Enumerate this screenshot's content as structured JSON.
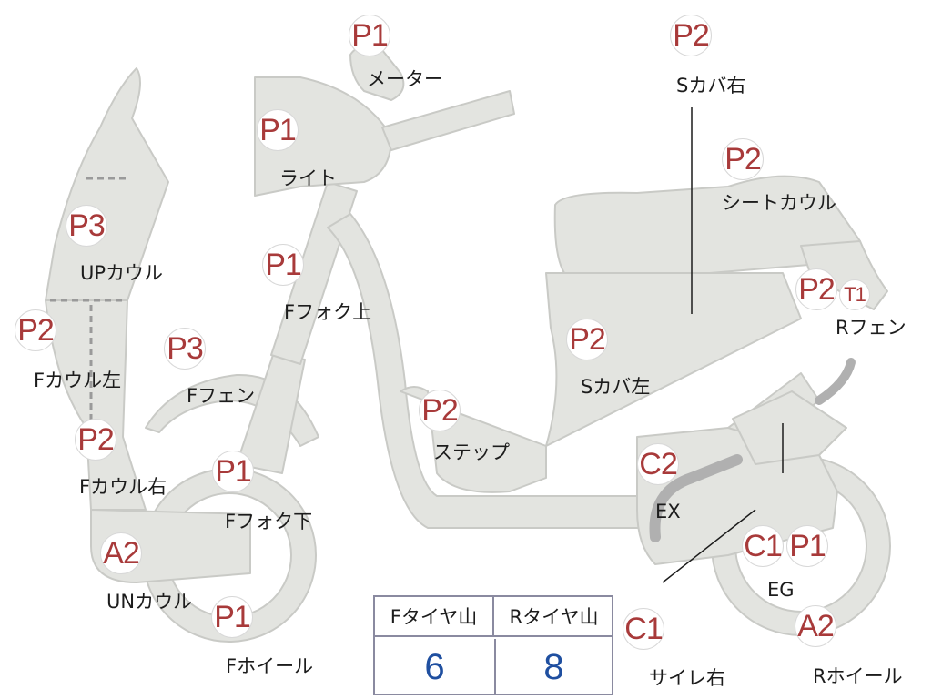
{
  "parts": [
    {
      "id": "meter",
      "code": "P1",
      "label": "メーター"
    },
    {
      "id": "light",
      "code": "P1",
      "label": "ライト"
    },
    {
      "id": "ffork-up",
      "code": "P1",
      "label": "Fフォク上"
    },
    {
      "id": "up-cowl",
      "code": "P3",
      "label": "UPカウル"
    },
    {
      "id": "f-cowl-left",
      "code": "P2",
      "label": "Fカウル左"
    },
    {
      "id": "f-fender",
      "code": "P3",
      "label": "Fフェン"
    },
    {
      "id": "f-cowl-right",
      "code": "P2",
      "label": "Fカウル右"
    },
    {
      "id": "ffork-down",
      "code": "P1",
      "label": "Fフォク下"
    },
    {
      "id": "un-cowl",
      "code": "A2",
      "label": "UNカウル"
    },
    {
      "id": "f-wheel",
      "code": "P1",
      "label": "Fホイール"
    },
    {
      "id": "s-cover-right",
      "code": "P2",
      "label": "Sカバ右"
    },
    {
      "id": "seat-cowl",
      "code": "P2",
      "label": "シートカウル"
    },
    {
      "id": "r-fender",
      "code": "P2",
      "code2": "T1",
      "label": "Rフェン"
    },
    {
      "id": "s-cover-left",
      "code": "P2",
      "label": "Sカバ左"
    },
    {
      "id": "step",
      "code": "P2",
      "label": "ステップ"
    },
    {
      "id": "ex",
      "code": "C2",
      "label": "EX"
    },
    {
      "id": "eg",
      "code": "C1",
      "code2": "P1",
      "label": "EG"
    },
    {
      "id": "r-wheel",
      "code": "A2",
      "label": "Rホイール"
    },
    {
      "id": "silencer-right",
      "code": "C1",
      "label": "サイレ右"
    }
  ],
  "tire_table": {
    "front_header": "Fタイヤ山",
    "rear_header": "Rタイヤ山",
    "front_value": "6",
    "rear_value": "8"
  },
  "colors": {
    "body": "#e3e4e0",
    "outline": "#c9cac6",
    "code": "#a83a3a",
    "value": "#1f4fa0"
  }
}
